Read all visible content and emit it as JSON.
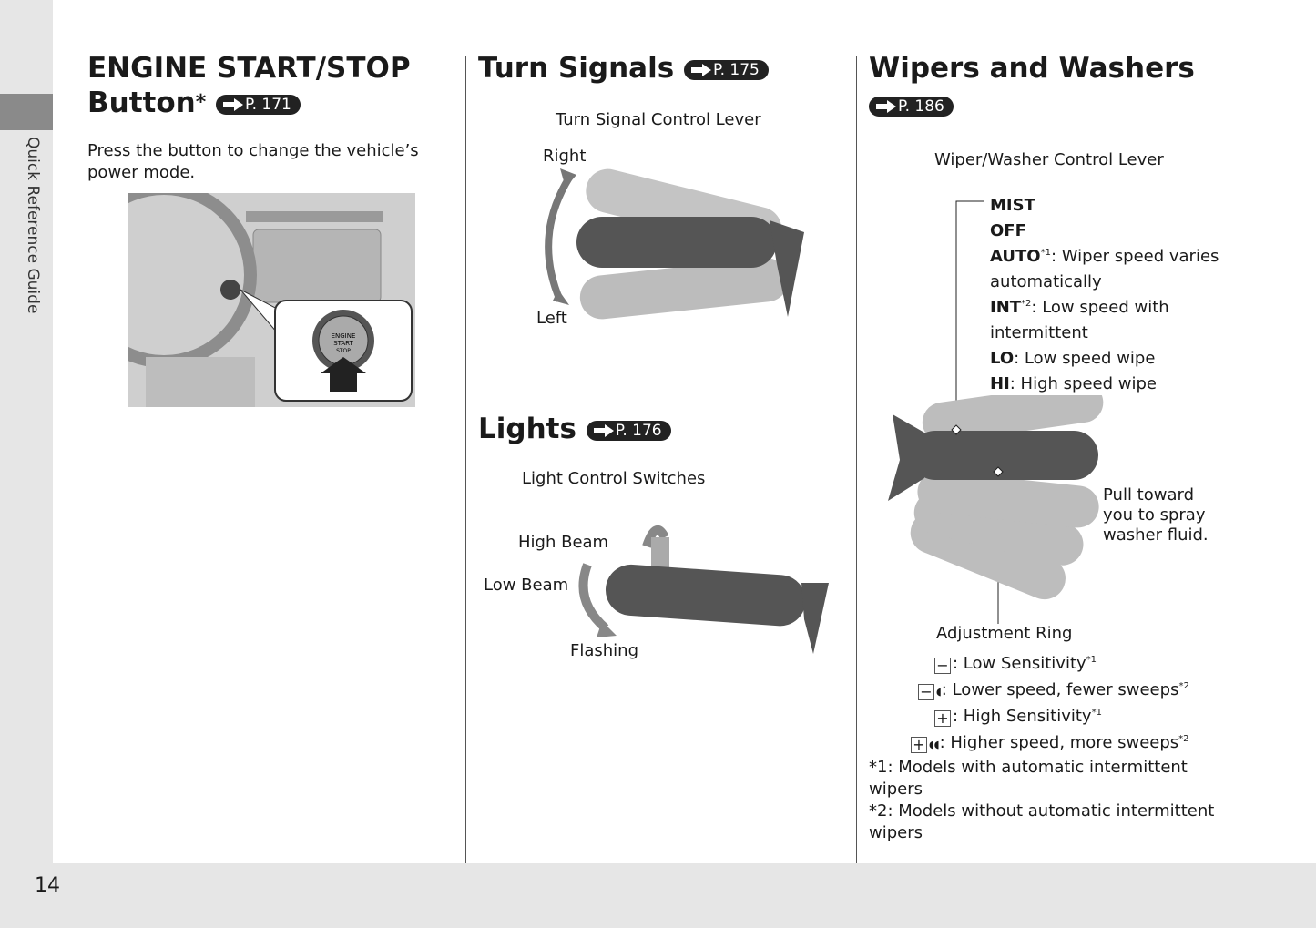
{
  "sidebar": {
    "label": "Quick Reference Guide"
  },
  "footer": {
    "page_number": "14"
  },
  "engine": {
    "title_line1": "ENGINE START/STOP",
    "title_line2": "Button",
    "asterisk": "*",
    "ref": "P. 171",
    "body": "Press the button to change the vehicle’s power mode.",
    "button_lettering": [
      "ENGINE",
      "START",
      "STOP"
    ]
  },
  "turn": {
    "title": "Turn Signals",
    "ref": "P. 175",
    "caption": "Turn Signal Control Lever",
    "right": "Right",
    "left": "Left"
  },
  "lights": {
    "title": "Lights",
    "ref": "P. 176",
    "caption": "Light Control Switches",
    "high": "High Beam",
    "low": "Low Beam",
    "flash": "Flashing"
  },
  "wipers": {
    "title": "Wipers and Washers",
    "ref": "P. 186",
    "caption": "Wiper/Washer Control Lever",
    "modes": [
      {
        "key": "MIST",
        "desc": "",
        "sup": ""
      },
      {
        "key": "OFF",
        "desc": "",
        "sup": ""
      },
      {
        "key": "AUTO",
        "sup": "*1",
        "desc": ": Wiper speed varies"
      },
      {
        "key": "",
        "sup": "",
        "desc": "automatically"
      },
      {
        "key": "INT",
        "sup": "*2",
        "desc": ": Low speed with"
      },
      {
        "key": "",
        "sup": "",
        "desc": "intermittent"
      },
      {
        "key": "LO",
        "sup": "",
        "desc": ": Low speed wipe"
      },
      {
        "key": "HI",
        "sup": "",
        "desc": ": High speed wipe"
      }
    ],
    "pull": "Pull toward you to spray washer fluid.",
    "ring_label": "Adjustment Ring",
    "ring": [
      {
        "sym": "−",
        "drops": "",
        "text": ": Low Sensitivity",
        "sup": "*1"
      },
      {
        "sym": "−",
        "drops": "◖",
        "text": ": Lower speed, fewer sweeps",
        "sup": "*2"
      },
      {
        "sym": "+",
        "drops": "",
        "text": ": High Sensitivity",
        "sup": "*1"
      },
      {
        "sym": "+",
        "drops": "◖◖",
        "text": ": Higher speed, more sweeps",
        "sup": "*2"
      }
    ],
    "note1": "*1: Models with automatic intermittent wipers",
    "note2": "*2: Models without automatic intermittent wipers"
  }
}
